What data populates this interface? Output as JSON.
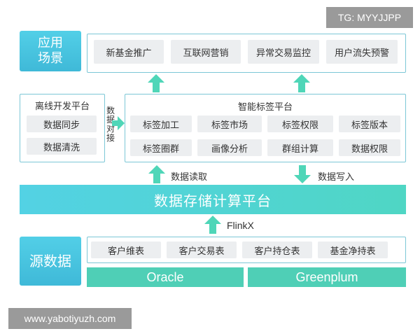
{
  "watermarks": {
    "top": "TG: MYYJJPP",
    "bottom": "www.yabotiyuzh.com"
  },
  "application": {
    "label": "应用场景",
    "items": [
      "新基金推广",
      "互联网营销",
      "异常交易监控",
      "用户流失预警"
    ]
  },
  "offline_platform": {
    "title": "离线开发平台",
    "items": [
      "数据同步",
      "数据清洗"
    ]
  },
  "connector_label": "数据对接",
  "tag_platform": {
    "title": "智能标签平台",
    "items": [
      "标签加工",
      "标签市场",
      "标签权限",
      "标签版本",
      "标签圈群",
      "画像分析",
      "群组计算",
      "数据权限"
    ]
  },
  "flows": {
    "read": "数据读取",
    "write": "数据写入",
    "flinkx": "FlinkX"
  },
  "storage": {
    "label": "数据存储计算平台"
  },
  "source": {
    "label": "源数据",
    "tables": [
      "客户维表",
      "客户交易表",
      "客户持仓表",
      "基金净持表"
    ],
    "databases": [
      "Oracle",
      "Greenplum"
    ]
  },
  "colors": {
    "accent": "#4fd0d8",
    "arrow": "#4fd6b8",
    "frame": "#7cc7d6",
    "chip": "#eceef0"
  }
}
